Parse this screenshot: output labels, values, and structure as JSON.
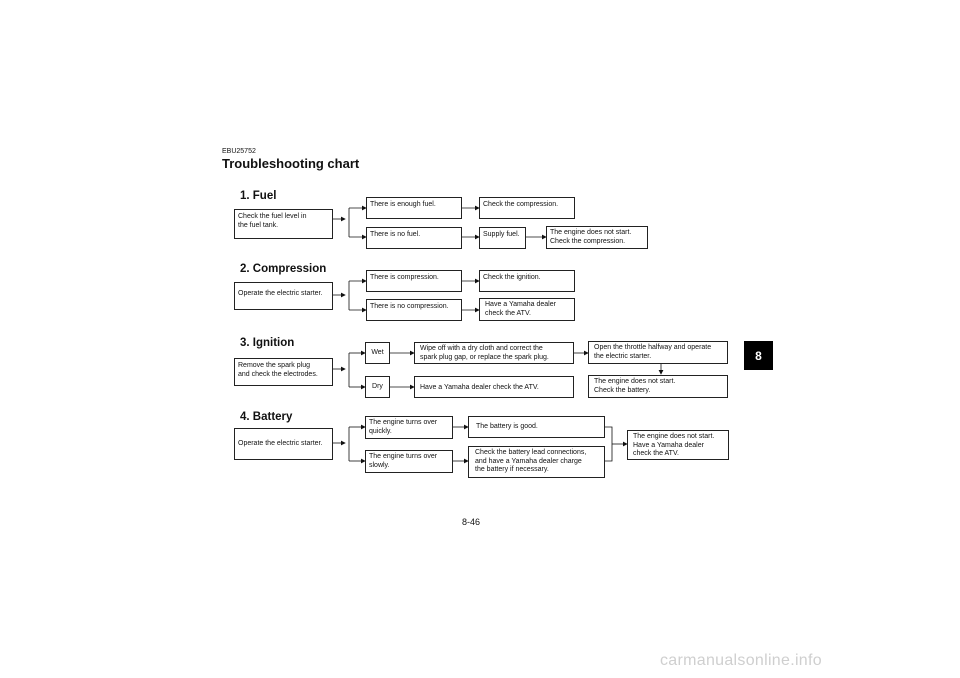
{
  "doc_code": "EBU25752",
  "title": "Troubleshooting chart",
  "page_number": "8-46",
  "section_tab": "8",
  "watermark": "carmanualsonline.info",
  "fuel": {
    "heading": "1. Fuel",
    "check": "Check the fuel level in\nthe fuel tank.",
    "enough": "There is enough fuel.",
    "none": "There is no fuel.",
    "check_compression": "Check the compression.",
    "supply": "Supply fuel.",
    "not_start": "The engine does not start.\nCheck the compression."
  },
  "compression": {
    "heading": "2. Compression",
    "operate": "Operate the electric starter.",
    "has": "There is compression.",
    "none": "There is no compression.",
    "check_ignition": "Check the ignition.",
    "dealer": "Have a Yamaha dealer\ncheck the ATV."
  },
  "ignition": {
    "heading": "3. Ignition",
    "remove": "Remove the spark plug\nand check the electrodes.",
    "wet": "Wet",
    "dry": "Dry",
    "wipe": "Wipe off with a dry cloth and correct the\nspark plug gap, or replace the spark plug.",
    "dealer": "Have a Yamaha dealer check the ATV.",
    "throttle": "Open the throttle halfway and operate\nthe electric starter.",
    "not_start": "The engine does not start.\nCheck the battery."
  },
  "battery": {
    "heading": "4. Battery",
    "operate": "Operate the electric starter.",
    "quick": "The engine turns over\nquickly.",
    "slow": "The engine turns over\nslowly.",
    "good": "The battery is good.",
    "check_leads": "Check the battery lead connections,\nand have a Yamaha dealer charge\nthe battery if necessary.",
    "not_start": "The engine does not start.\nHave a Yamaha dealer\ncheck the ATV."
  }
}
